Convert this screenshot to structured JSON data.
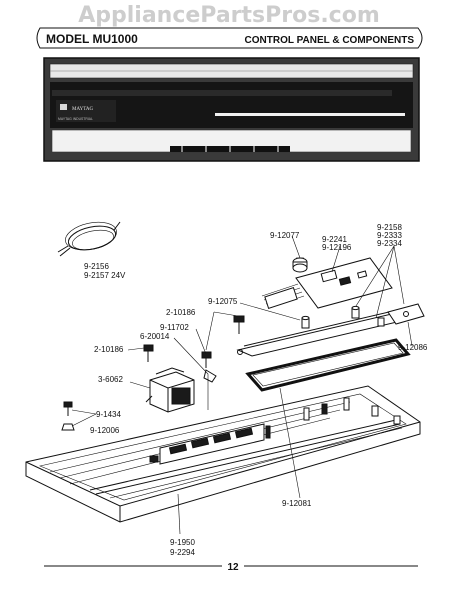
{
  "watermark": "AppliancePartsPros.com",
  "header": {
    "model_label": "MODEL MU1000",
    "title": "CONTROL PANEL & COMPONENTS"
  },
  "panel_photo": {
    "brand_text": "MAYTAG",
    "sub_text": "MAYTAG INDUSTRIAL"
  },
  "callouts": {
    "harness_1": "9-2156",
    "harness_2": "9-2157 24V",
    "knob_1": "9-12077",
    "board_1": "9-2241",
    "board_2": "9-12196",
    "bracket_1": "9-2158",
    "bracket_2": "9-2333",
    "bracket_3": "9-2334",
    "screw_a": "9-12075",
    "screw_b": "2-10186",
    "clip_a": "9-11702",
    "clip_b": "6-20014",
    "screw_c": "2-10186",
    "transformer": "3-6062",
    "screw_d": "9-1434",
    "nut_d": "9-12006",
    "insulator": "9-12086",
    "gasket": "9-12081",
    "panel_1": "9-1950",
    "panel_2": "9-2294"
  },
  "page_number": "12"
}
